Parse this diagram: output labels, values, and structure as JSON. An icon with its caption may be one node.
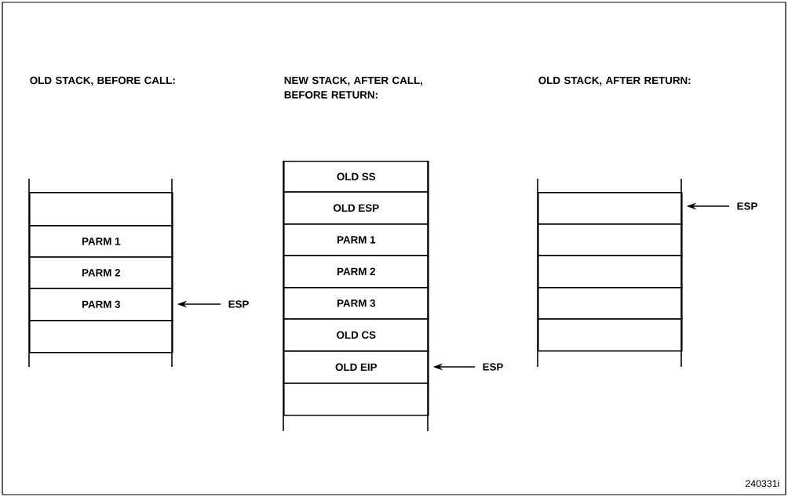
{
  "diagram": {
    "nodes": [
      {
        "text": [],
        "shape": "box"
      },
      {
        "text": [
          "PARM 1"
        ]
      },
      {
        "text": [
          "PARM 2"
        ]
      },
      {
        "text": [
          "PARM 3"
        ]
      },
      {
        "text": [],
        "shape": "box"
      },
      {
        "text": [
          "ESP"
        ]
      },
      {
        "text": [
          "OLD SS"
        ]
      },
      {
        "text": [
          "OLD ESP"
        ]
      },
      {
        "text": [
          "PARM 1"
        ]
      },
      {
        "text": [
          "PARM 2"
        ]
      },
      {
        "text": [
          "PARM 3"
        ]
      },
      {
        "text": [
          "OLD CS"
        ]
      },
      {
        "text": [
          "OLD EIP"
        ]
      },
      {
        "text": [],
        "shape": "box"
      },
      {
        "text": [
          "ESP"
        ]
      },
      {
        "text": [],
        "shape": "box"
      },
      {
        "text": [],
        "shape": "box"
      },
      {
        "text": [],
        "shape": "box"
      },
      {
        "text": [],
        "shape": "box"
      },
      {
        "text": [],
        "shape": "box"
      },
      {
        "text": [
          "ESP"
        ]
      }
    ],
    "edges": [
      {
        "from": 5,
        "to": 3,
        "arrow": "to"
      },
      {
        "from": 14,
        "to": 12,
        "arrow": "to"
      },
      {
        "from": 20,
        "to": 15,
        "arrow": "to"
      }
    ],
    "labels": [
      "OLD STACK, BEFORE CALL:",
      "NEW STACK, AFTER CALL, BEFORE RETURN:",
      "OLD STACK, AFTER RETURN:",
      "240331i"
    ]
  }
}
